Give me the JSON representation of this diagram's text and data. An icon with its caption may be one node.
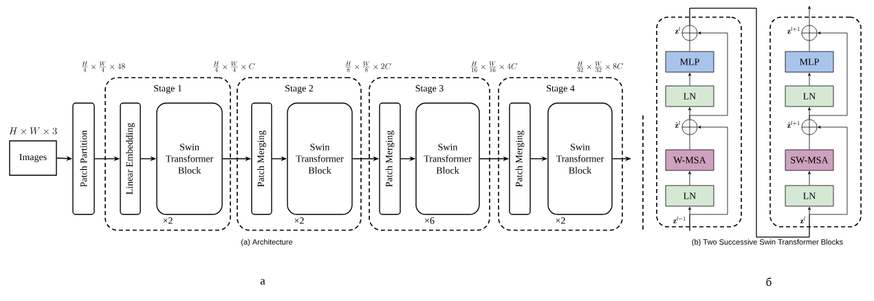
{
  "diagram": {
    "nodes": [
      {
        "text": [
          "Images"
        ],
        "beside": [
          "H\\times W\\times 3"
        ]
      },
      {
        "text": [
          "Patch Partition"
        ]
      },
      {
        "text": [
          "Stage 1",
          "×2"
        ]
      },
      {
        "text": [
          "Linear Embedding"
        ],
        "in": 2
      },
      {
        "text": [
          "Swin Transformer Block"
        ],
        "in": 2
      },
      {
        "text": [
          "Stage 2",
          "×2"
        ]
      },
      {
        "text": [
          "Patch Merging"
        ],
        "in": 5
      },
      {
        "text": [
          "Swin Transformer Block"
        ],
        "in": 5
      },
      {
        "text": [
          "Stage 3",
          "×6"
        ]
      },
      {
        "text": [
          "Patch Merging"
        ],
        "in": 8
      },
      {
        "text": [
          "Swin Transformer Block"
        ],
        "in": 8
      },
      {
        "text": [
          "Stage 4",
          "×2"
        ]
      },
      {
        "text": [
          "Patch Merging"
        ],
        "in": 11
      },
      {
        "text": [
          "Swin Transformer Block"
        ],
        "in": 11
      },
      {
        "text": [],
        "shape": "box"
      },
      {
        "text": [],
        "shape": "circle",
        "in": 14,
        "beside": [
          "\\mathbf{z}^{l}"
        ]
      },
      {
        "text": [
          "MLP"
        ],
        "in": 14
      },
      {
        "text": [
          "LN"
        ],
        "in": 14
      },
      {
        "text": [],
        "shape": "circle",
        "in": 14,
        "beside": [
          "\\hat{\\mathbf{z}}^{l}"
        ]
      },
      {
        "text": [
          "W-MSA"
        ],
        "in": 14
      },
      {
        "text": [
          "LN"
        ],
        "in": 14
      },
      {
        "text": [],
        "shape": "box"
      },
      {
        "text": [],
        "shape": "circle",
        "in": 21,
        "beside": [
          "\\mathbf{z}^{l+1}"
        ]
      },
      {
        "text": [
          "MLP"
        ],
        "in": 21
      },
      {
        "text": [
          "LN"
        ],
        "in": 21
      },
      {
        "text": [],
        "shape": "circle",
        "in": 21,
        "beside": [
          "\\hat{\\mathbf{z}}^{l+1}"
        ]
      },
      {
        "text": [
          "SW-MSA"
        ],
        "in": 21
      },
      {
        "text": [
          "LN"
        ],
        "in": 21
      }
    ],
    "edges": [
      {
        "from": 0,
        "to": 1,
        "arrow": "to"
      },
      {
        "from": 1,
        "to": 3,
        "arrow": "to"
      },
      {
        "from": 3,
        "to": 4,
        "arrow": "to"
      },
      {
        "from": 4,
        "to": 6,
        "arrow": "to"
      },
      {
        "from": 6,
        "to": 7,
        "arrow": "to"
      },
      {
        "from": 7,
        "to": 9,
        "arrow": "to"
      },
      {
        "from": 9,
        "to": 10,
        "arrow": "to"
      },
      {
        "from": 10,
        "to": 12,
        "arrow": "to"
      },
      {
        "from": 12,
        "to": 13,
        "arrow": "to"
      },
      {
        "from": 13,
        "to": null,
        "arrow": "to"
      },
      {
        "from": null,
        "to": 20,
        "arrow": "to"
      },
      {
        "from": 20,
        "to": 19,
        "arrow": "to"
      },
      {
        "from": 19,
        "to": 18,
        "arrow": "none"
      },
      {
        "from": 18,
        "to": 17,
        "arrow": "to"
      },
      {
        "from": 17,
        "to": 16,
        "arrow": "to"
      },
      {
        "from": 16,
        "to": 15,
        "arrow": "none"
      },
      {
        "from": null,
        "to": 18,
        "arrow": "to"
      },
      {
        "from": 18,
        "to": 15,
        "arrow": "to"
      },
      {
        "from": 15,
        "to": 27,
        "arrow": "to"
      },
      {
        "from": 27,
        "to": 26,
        "arrow": "to"
      },
      {
        "from": 26,
        "to": 25,
        "arrow": "none"
      },
      {
        "from": 25,
        "to": 24,
        "arrow": "to"
      },
      {
        "from": 24,
        "to": 23,
        "arrow": "to"
      },
      {
        "from": 23,
        "to": 22,
        "arrow": "none"
      },
      {
        "from": 15,
        "to": 25,
        "arrow": "to"
      },
      {
        "from": 25,
        "to": 22,
        "arrow": "to"
      },
      {
        "from": 22,
        "to": null,
        "arrow": "to"
      }
    ],
    "labels": [
      "\\frac{H}{4}\\times\\frac{W}{4}\\times 48",
      "\\frac{H}{4}\\times\\frac{W}{4}\\times C",
      "\\frac{H}{8}\\times\\frac{W}{8}\\times 2C",
      "\\frac{H}{16}\\times\\frac{W}{16}\\times 4C",
      "\\frac{H}{32}\\times\\frac{W}{32}\\times 8C",
      "\\mathbf{z}^{l-1}",
      "\\mathbf{z}^{l}",
      "(a) Architecture",
      "(b) Two Successive Swin Transformer Blocks",
      "а",
      "б"
    ]
  }
}
